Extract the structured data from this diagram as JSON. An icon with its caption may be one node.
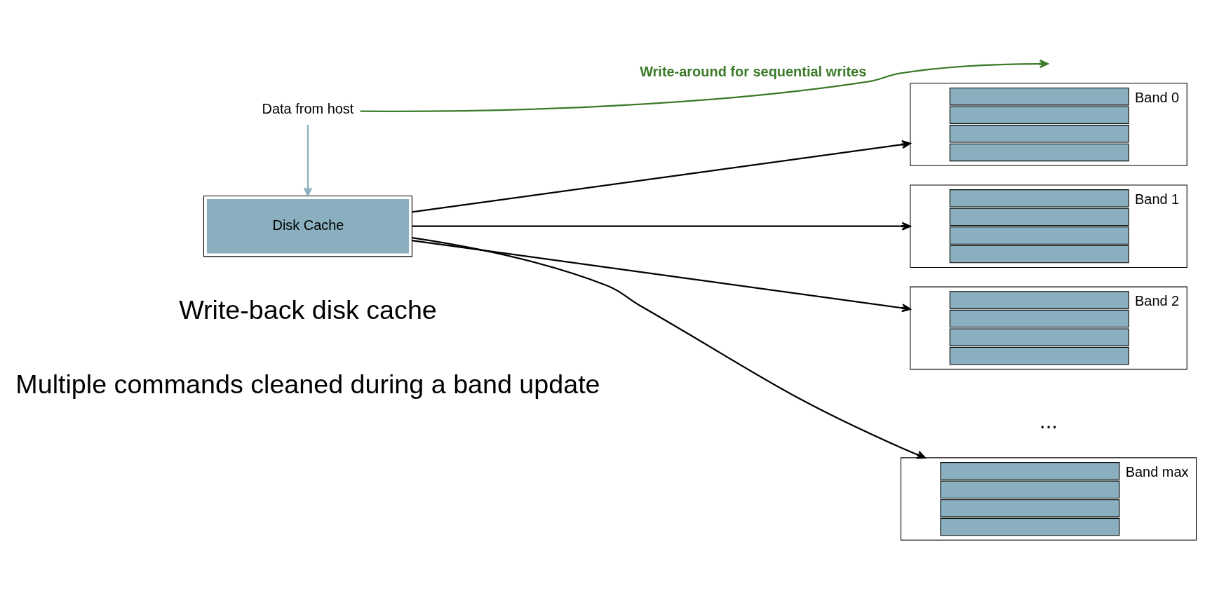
{
  "diagram": {
    "nodes": [
      {
        "text": [
          "Data from host"
        ]
      },
      {
        "text": [
          "Disk Cache"
        ]
      },
      {
        "text": [
          "Band 0"
        ]
      },
      {
        "text": [
          "Band 1"
        ]
      },
      {
        "text": [
          "Band 2"
        ]
      },
      {
        "text": [
          "Band max"
        ]
      }
    ],
    "edges": [
      {
        "from": 0,
        "to": 1,
        "arrow": "to",
        "color": "#8ab0bf"
      },
      {
        "from": 0,
        "to": null,
        "arrow": "to",
        "label": "Write-around for sequential writes",
        "color": "#3a7a28"
      },
      {
        "from": 1,
        "to": 2,
        "arrow": "to"
      },
      {
        "from": 1,
        "to": 3,
        "arrow": "to"
      },
      {
        "from": 1,
        "to": 4,
        "arrow": "to"
      },
      {
        "from": 1,
        "to": 5,
        "arrow": "to"
      }
    ],
    "labels": [
      "...",
      "Write-back disk cache",
      "Multiple commands cleaned during a band update"
    ]
  }
}
